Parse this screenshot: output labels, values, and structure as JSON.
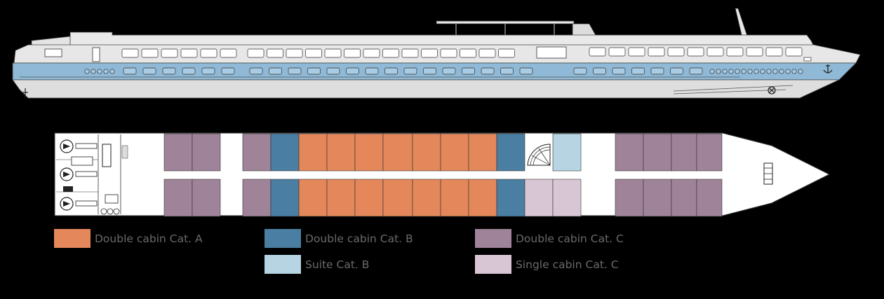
{
  "colors": {
    "cat_a": "#e4875a",
    "cat_b": "#4a7ea3",
    "cat_c": "#9f8399",
    "suite_b": "#b6d4e2",
    "single_c": "#d9c6d4",
    "hull_blue": "#8fb9d6",
    "hull_grey": "#d9d9d9",
    "deck_fill": "#ffffff"
  },
  "legend": [
    {
      "id": "double-cabin-cat-a",
      "label": "Double cabin Cat. A",
      "color": "#e4875a"
    },
    {
      "id": "double-cabin-cat-b",
      "label": "Double cabin Cat. B",
      "color": "#4a7ea3"
    },
    {
      "id": "double-cabin-cat-c",
      "label": "Double cabin Cat. C",
      "color": "#9f8399"
    },
    {
      "id": "suite-cat-b",
      "label": "Suite Cat. B",
      "color": "#b6d4e2"
    },
    {
      "id": "single-cabin-cat-c",
      "label": "Single cabin Cat. C",
      "color": "#d9c6d4"
    }
  ],
  "deck_plan": {
    "top_row": [
      "cat_c",
      "cat_c",
      "cat_c",
      "cat_b",
      "cat_a",
      "cat_a",
      "cat_a",
      "cat_a",
      "cat_a",
      "cat_a",
      "cat_a",
      "cat_b",
      "suite_b",
      "cat_c",
      "cat_c",
      "cat_c",
      "cat_c"
    ],
    "bottom_row": [
      "cat_c",
      "cat_c",
      "cat_c",
      "cat_b",
      "cat_a",
      "cat_a",
      "cat_a",
      "cat_a",
      "cat_a",
      "cat_a",
      "cat_a",
      "cat_b",
      "single_c",
      "single_c",
      "cat_c",
      "cat_c",
      "cat_c",
      "cat_c"
    ]
  },
  "icons": {
    "stairs": "spiral-staircase-icon",
    "anchor": "anchor-icon",
    "propeller": "propeller-icon",
    "engine": "engine-icon"
  }
}
